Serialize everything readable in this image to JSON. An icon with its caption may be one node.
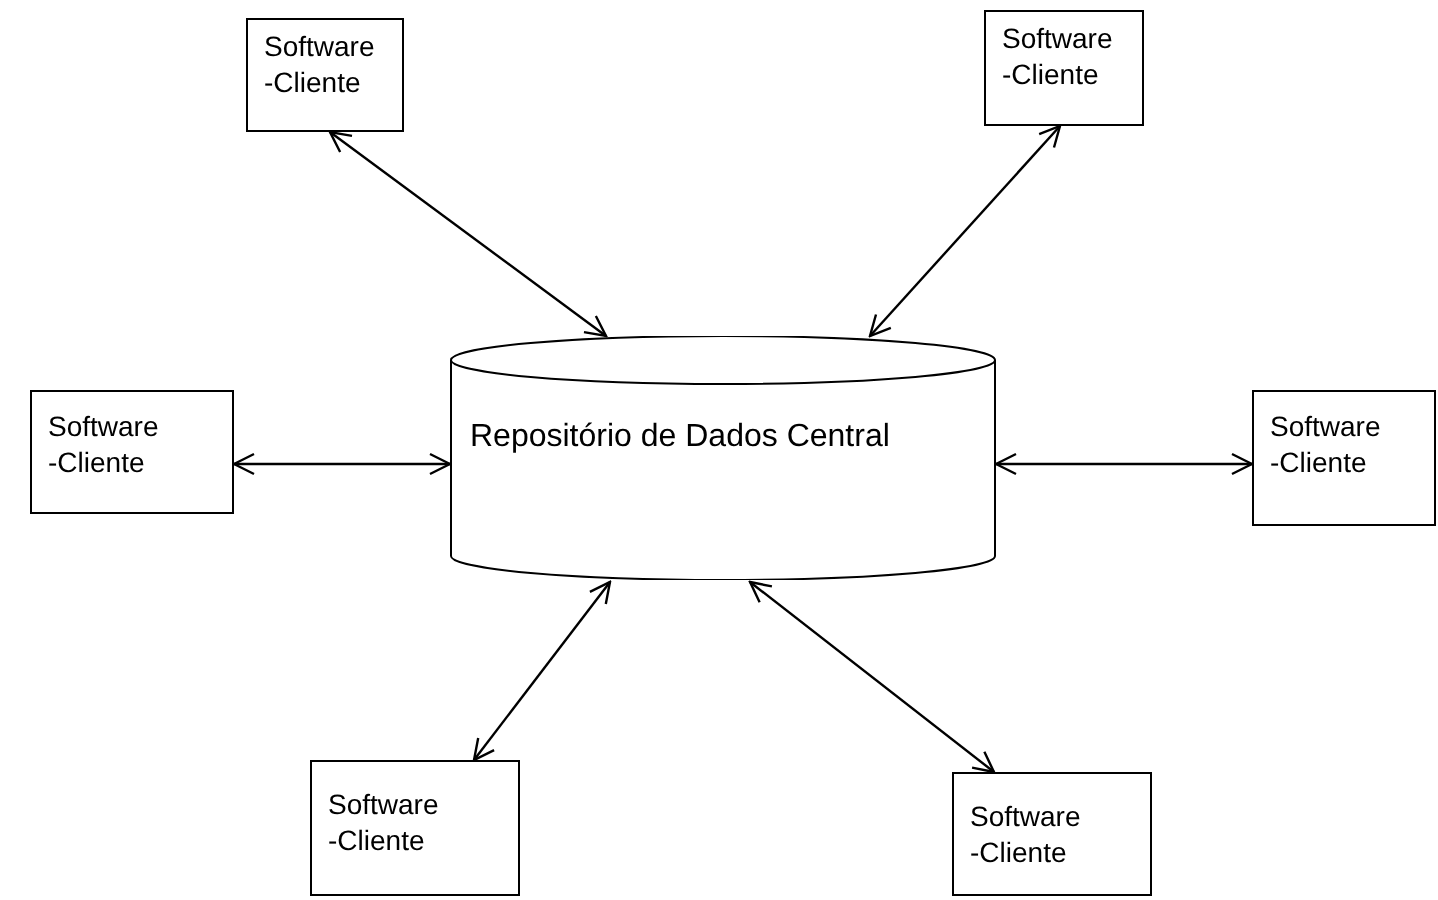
{
  "diagram": {
    "nodes": [
      {
        "text": [
          "Software -Cliente"
        ]
      },
      {
        "text": [
          "Software -Cliente"
        ]
      },
      {
        "text": [
          "Software -Cliente"
        ]
      },
      {
        "text": [
          "Repositório de Dados Central"
        ]
      },
      {
        "text": [
          "Software -Cliente"
        ]
      },
      {
        "text": [
          "Software -Cliente"
        ]
      },
      {
        "text": [
          "Software -Cliente"
        ]
      }
    ],
    "edges": [
      {
        "from": 3,
        "to": 0,
        "arrow": "both"
      },
      {
        "from": 3,
        "to": 1,
        "arrow": "both"
      },
      {
        "from": 3,
        "to": 2,
        "arrow": "both"
      },
      {
        "from": 3,
        "to": 4,
        "arrow": "both"
      },
      {
        "from": 3,
        "to": 5,
        "arrow": "both"
      },
      {
        "from": 3,
        "to": 6,
        "arrow": "both"
      }
    ]
  }
}
